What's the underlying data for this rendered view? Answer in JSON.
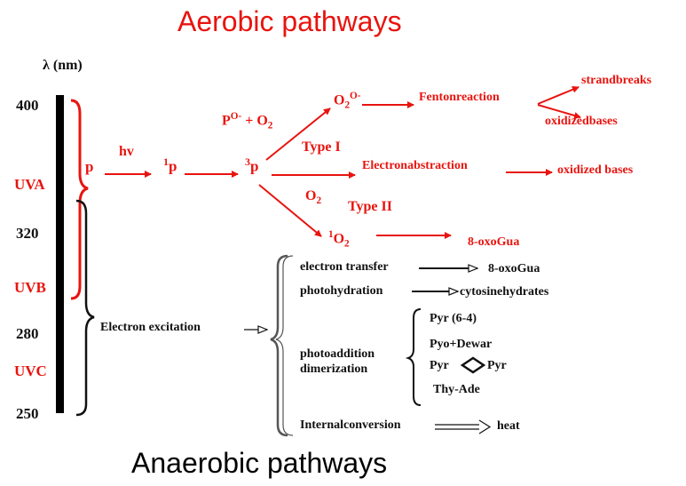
{
  "titles": {
    "aerobic": "Aerobic pathways",
    "anaerobic": "Anaerobic pathways"
  },
  "axis": {
    "label": "λ (nm)",
    "ticks": [
      "400",
      "320",
      "280",
      "250"
    ],
    "bands": [
      "UVA",
      "UVB",
      "UVC"
    ]
  },
  "aerobic": {
    "p": "p",
    "hv": "hv",
    "singlet": {
      "sup": "1",
      "base": "p"
    },
    "triplet": {
      "sup": "3",
      "base": "p"
    },
    "radical_pair": {
      "base": "P",
      "sup": "O-",
      "mid": " + O",
      "sub": "2"
    },
    "superoxide": {
      "base": "O",
      "sub": "2",
      "sup": "O-"
    },
    "fenton": "Fentonreaction",
    "strand": "strandbreaks",
    "oxidized1": "oxidizedbases",
    "type1": "Type I",
    "electron_abstraction": "Electronabstraction",
    "oxidized2": "oxidized bases",
    "o2": {
      "base": "O",
      "sub": "2"
    },
    "type2": "Type II",
    "singlet_oxygen": {
      "sup": "1",
      "base": "O",
      "sub": "2"
    },
    "oxoguanine": "8-oxoGua"
  },
  "anaerobic": {
    "excitation": "Electron excitation",
    "electron_transfer": "electron transfer",
    "oxoguanine": "8-oxoGua",
    "photohydration": "photohydration",
    "cytosine": "cytosinehydrates",
    "photoaddition": "photoaddition",
    "dimerization": "dimerization",
    "pyr64": "Pyr (6-4)",
    "dewar": "Pyo+Dewar",
    "cpd_left": "Pyr",
    "cpd_right": "Pyr",
    "thyade": "Thy-Ade",
    "internal": "Internalconversion",
    "heat": "heat"
  },
  "colors": {
    "aerobic": "#e8140f",
    "anaerobic": "#111111"
  }
}
